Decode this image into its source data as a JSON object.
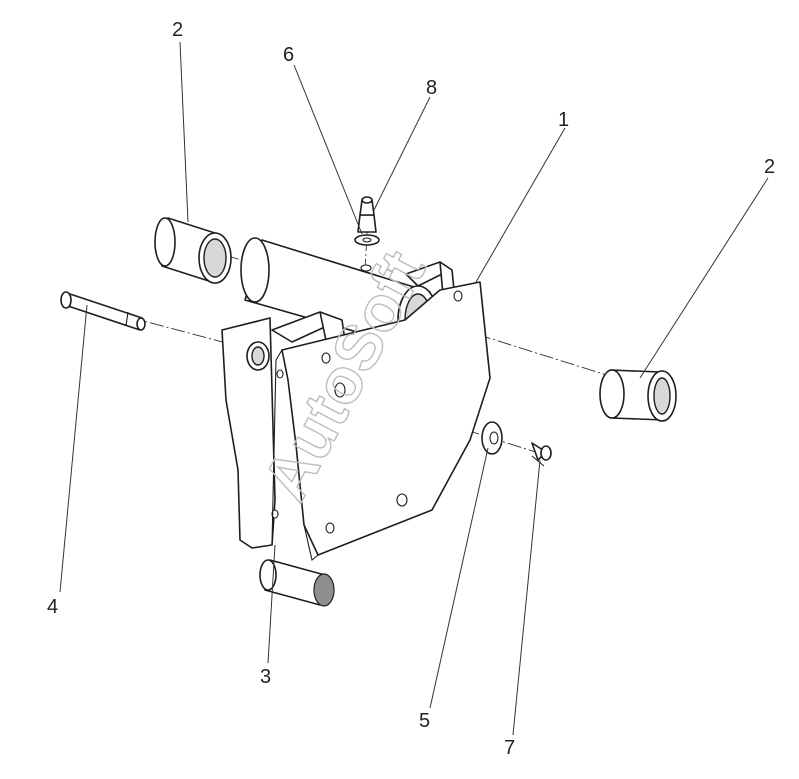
{
  "diagram": {
    "callouts": [
      {
        "id": "c1",
        "label": "1"
      },
      {
        "id": "c2a",
        "label": "2"
      },
      {
        "id": "c2b",
        "label": "2"
      },
      {
        "id": "c3",
        "label": "3"
      },
      {
        "id": "c4",
        "label": "4"
      },
      {
        "id": "c5",
        "label": "5"
      },
      {
        "id": "c6",
        "label": "6"
      },
      {
        "id": "c7",
        "label": "7"
      },
      {
        "id": "c8",
        "label": "8"
      }
    ],
    "watermark": "AutoSoft"
  }
}
